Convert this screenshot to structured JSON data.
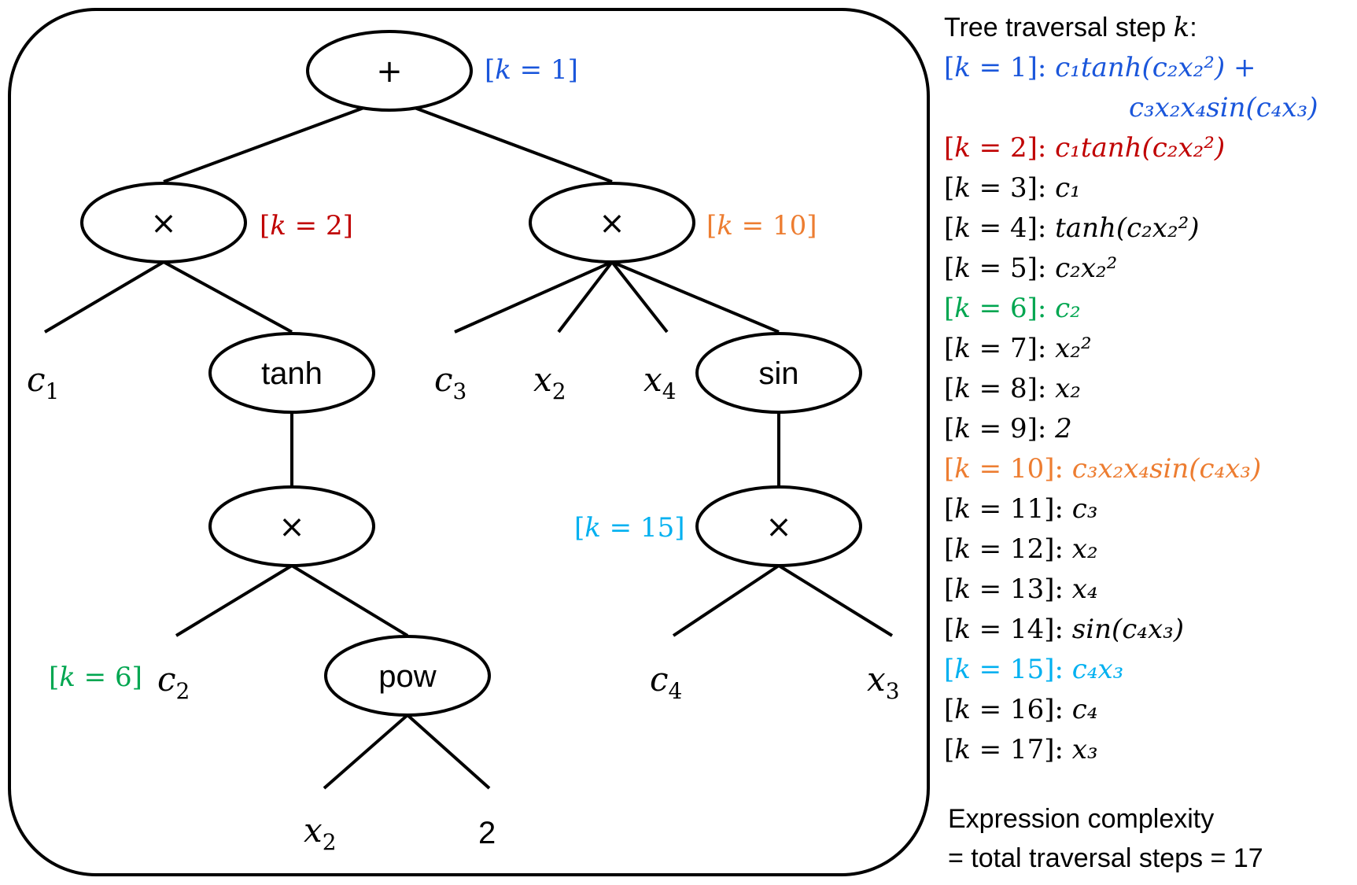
{
  "tree": {
    "operators": {
      "root": "+",
      "mul_left": "×",
      "mul_right": "×",
      "tanh": "tanh",
      "sin": "sin",
      "mul_tanh": "×",
      "mul_sin": "×",
      "pow": "pow"
    },
    "leaves": {
      "c1": {
        "base": "c",
        "sub": "1"
      },
      "c2": {
        "base": "c",
        "sub": "2"
      },
      "c3": {
        "base": "c",
        "sub": "3"
      },
      "c4": {
        "base": "c",
        "sub": "4"
      },
      "x2a": {
        "base": "x",
        "sub": "2"
      },
      "x4": {
        "base": "x",
        "sub": "4"
      },
      "x3": {
        "base": "x",
        "sub": "3"
      },
      "x2b": {
        "base": "x",
        "sub": "2"
      },
      "two": "2"
    },
    "step_labels": {
      "k1": {
        "open": "[",
        "var": "k",
        "eq": " = 1]",
        "color": "#1a56db"
      },
      "k2": {
        "open": "[",
        "var": "k",
        "eq": " = 2]",
        "color": "#c00000"
      },
      "k10": {
        "open": "[",
        "var": "k",
        "eq": " = 10]",
        "color": "#ed7d31"
      },
      "k15": {
        "open": "[",
        "var": "k",
        "eq": " = 15]",
        "color": "#00b0f0"
      },
      "k6": {
        "open": "[",
        "var": "k",
        "eq": " = 6]",
        "color": "#00a650"
      }
    }
  },
  "legend": {
    "title": "Tree traversal step ",
    "title_var": "k",
    "title_colon": ":",
    "steps": [
      {
        "k": "1",
        "expr": "c₁tanh(c₂x₂²) +",
        "cont": "c₃x₂x₄sin(c₄x₃)",
        "color": "#1a56db"
      },
      {
        "k": "2",
        "expr": "c₁tanh(c₂x₂²)",
        "color": "#c00000"
      },
      {
        "k": "3",
        "expr": "c₁",
        "color": "#000000"
      },
      {
        "k": "4",
        "expr": "tanh(c₂x₂²)",
        "color": "#000000"
      },
      {
        "k": "5",
        "expr": "c₂x₂²",
        "color": "#000000"
      },
      {
        "k": "6",
        "expr": "c₂",
        "color": "#00a650"
      },
      {
        "k": "7",
        "expr": "x₂²",
        "color": "#000000"
      },
      {
        "k": "8",
        "expr": "x₂",
        "color": "#000000"
      },
      {
        "k": "9",
        "expr": "2",
        "color": "#000000"
      },
      {
        "k": "10",
        "expr": "c₃x₂x₄sin(c₄x₃)",
        "color": "#ed7d31"
      },
      {
        "k": "11",
        "expr": "c₃",
        "color": "#000000"
      },
      {
        "k": "12",
        "expr": "x₂",
        "color": "#000000"
      },
      {
        "k": "13",
        "expr": "x₄",
        "color": "#000000"
      },
      {
        "k": "14",
        "expr": "sin(c₄x₃)",
        "color": "#000000"
      },
      {
        "k": "15",
        "expr": "c₄x₃",
        "color": "#00b0f0"
      },
      {
        "k": "16",
        "expr": "c₄",
        "color": "#000000"
      },
      {
        "k": "17",
        "expr": "x₃",
        "color": "#000000"
      }
    ]
  },
  "footer": {
    "line1": "Expression complexity",
    "line2": "= total traversal steps = 17"
  }
}
